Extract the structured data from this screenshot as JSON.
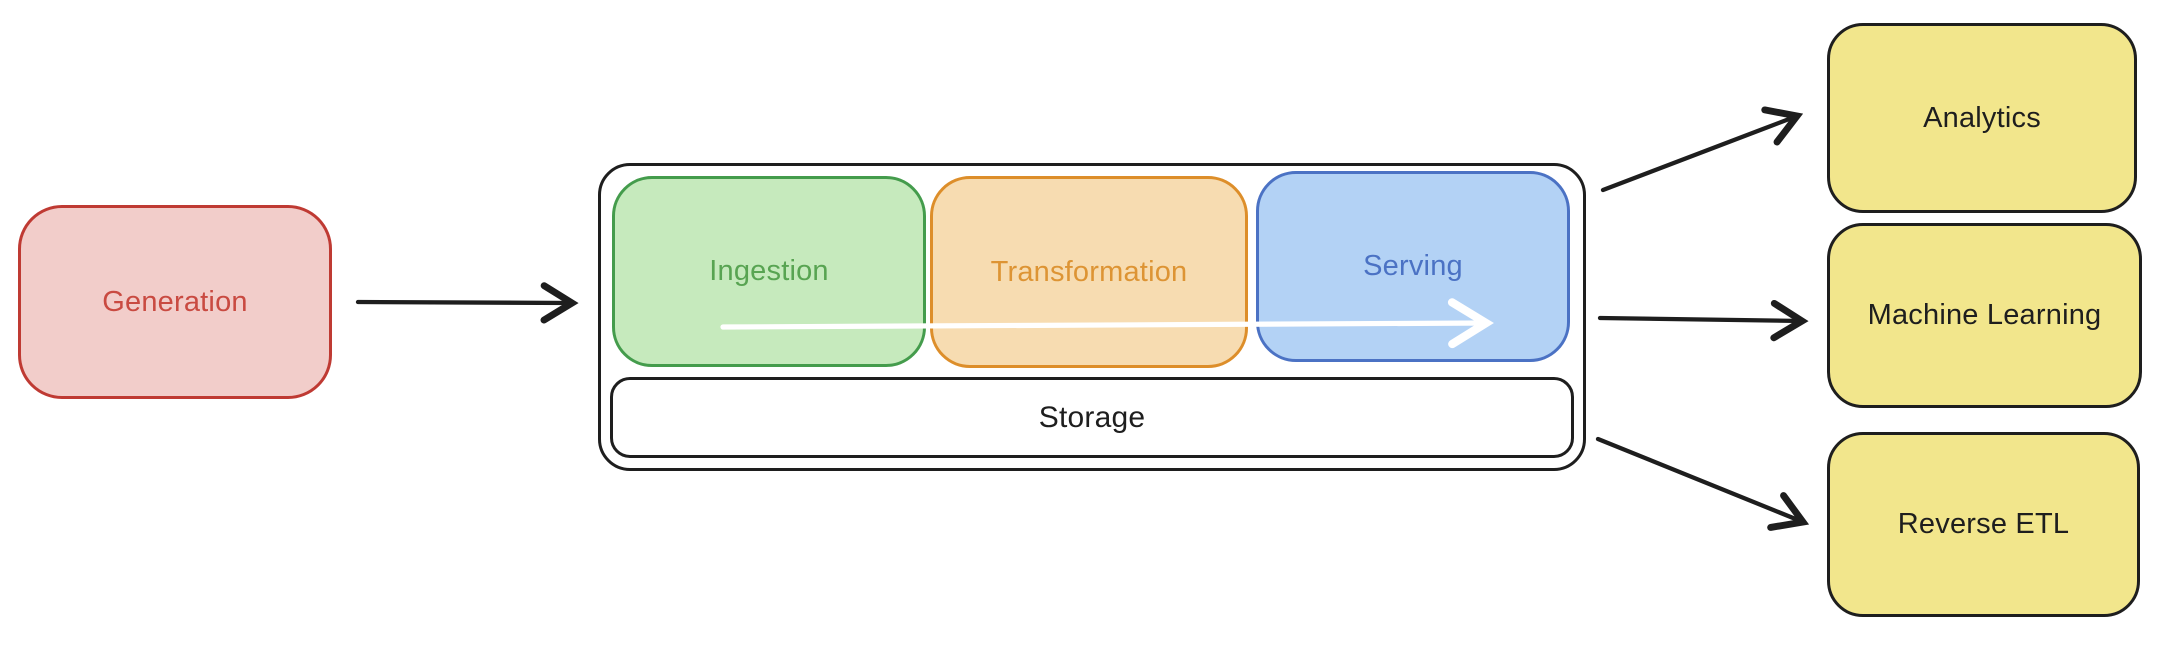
{
  "background": "#ffffff",
  "nodes": {
    "generation": {
      "label": "Generation",
      "fill": "#f2cdca",
      "stroke": "#bf3a33",
      "text": "#c94a41"
    },
    "ingestion": {
      "label": "Ingestion",
      "fill": "#c6eabd",
      "stroke": "#449c4c",
      "text": "#58a452"
    },
    "transformation": {
      "label": "Transformation",
      "fill": "#f7dcb1",
      "stroke": "#dd8e2a",
      "text": "#dd9434"
    },
    "serving": {
      "label": "Serving",
      "fill": "#b3d2f5",
      "stroke": "#4b72c4",
      "text": "#4b72c4"
    },
    "storage": {
      "label": "Storage",
      "fill": "#ffffff",
      "stroke": "#1e1e1e",
      "text": "#1e1e1e"
    },
    "analytics": {
      "label": "Analytics",
      "fill": "#f2e68c",
      "stroke": "#1e1e1e",
      "text": "#1e1e1e"
    },
    "machine_learning": {
      "label": "Machine Learning",
      "fill": "#f2e68c",
      "stroke": "#1e1e1e",
      "text": "#1e1e1e"
    },
    "reverse_etl": {
      "label": "Reverse ETL",
      "fill": "#f2e68c",
      "stroke": "#1e1e1e",
      "text": "#1e1e1e"
    }
  },
  "pipeline_container": {
    "fill": "#ffffff",
    "stroke": "#1e1e1e"
  },
  "arrows": {
    "default_color": "#1e1e1e",
    "flow_color": "#ffffff",
    "connections": [
      "generation -> pipeline",
      "pipeline -> analytics",
      "pipeline -> machine_learning",
      "pipeline -> reverse_etl",
      "ingestion -> serving (flow)"
    ]
  }
}
